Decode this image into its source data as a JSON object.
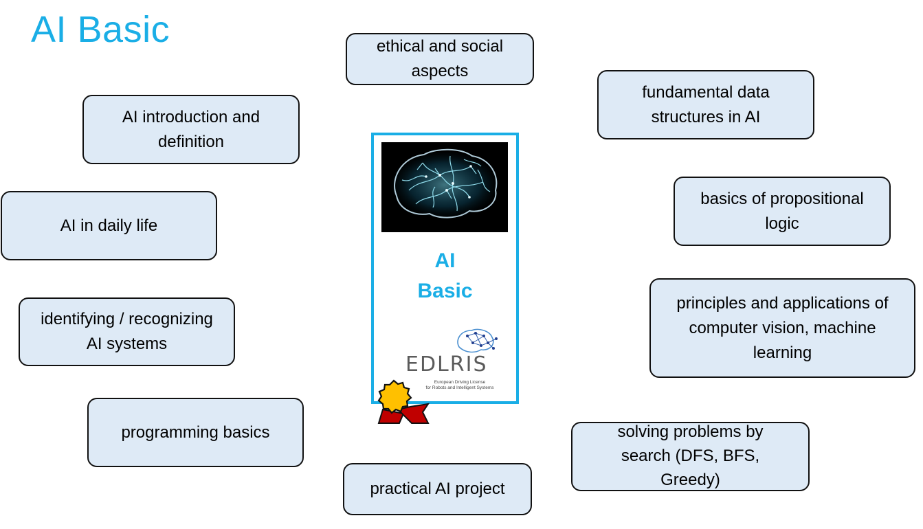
{
  "title": "AI Basic",
  "card": {
    "label_line1": "AI",
    "label_line2": "Basic",
    "image": "brain-image",
    "logo": {
      "name": "EDLRIS",
      "subtitle_line1": "European Driving License",
      "subtitle_line2": "for Robots and Intelligent Systems"
    },
    "badge_icon": "award-ribbon-icon"
  },
  "topics": {
    "ethical": "ethical and social aspects",
    "data_structures": "fundamental data structures in AI",
    "intro": "AI introduction and definition",
    "daily_life": "AI in daily life",
    "propositional": "basics of propositional logic",
    "identifying": "identifying / recognizing AI systems",
    "vision": "principles and applications of computer vision, machine learning",
    "programming": "programming basics",
    "search": "solving problems by search (DFS, BFS, Greedy)",
    "project": "practical AI project"
  },
  "colors": {
    "accent": "#1aaee6",
    "box_fill": "#deeaf6",
    "box_border": "#111111"
  }
}
